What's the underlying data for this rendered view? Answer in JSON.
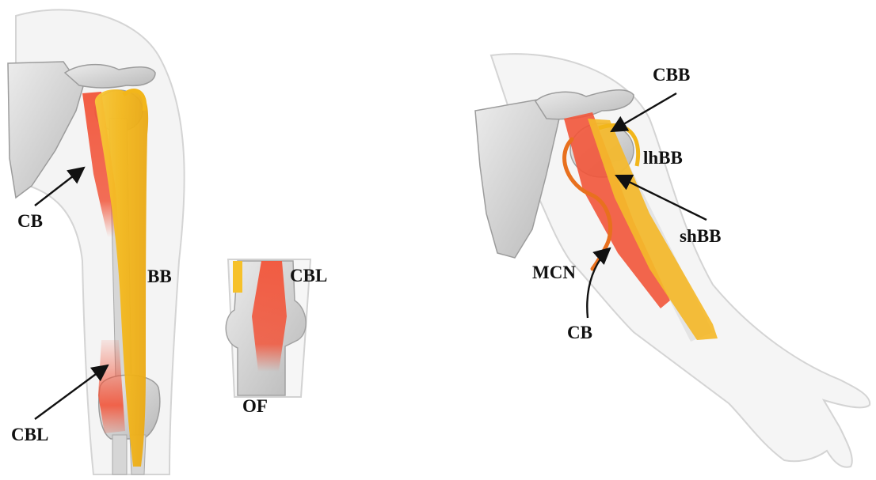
{
  "labels": {
    "left_cb": "CB",
    "left_bb": "BB",
    "left_cbl": "CBL",
    "inset_cbl": "CBL",
    "inset_of": "OF",
    "right_cbb": "CBB",
    "right_lhbb": "lhBB",
    "right_shbb": "shBB",
    "right_mcn": "MCN",
    "right_cb": "CB"
  },
  "colors": {
    "bone": "#d9d9d9",
    "bone_shadow": "#b5b5b5",
    "skin_outline": "#d4d4d4",
    "skin_fill": "#f3f3f3",
    "muscle_red": "#f2553a",
    "muscle_yellow": "#f6c12a",
    "nerve_orange": "#e8701e",
    "arrow": "#111111"
  }
}
